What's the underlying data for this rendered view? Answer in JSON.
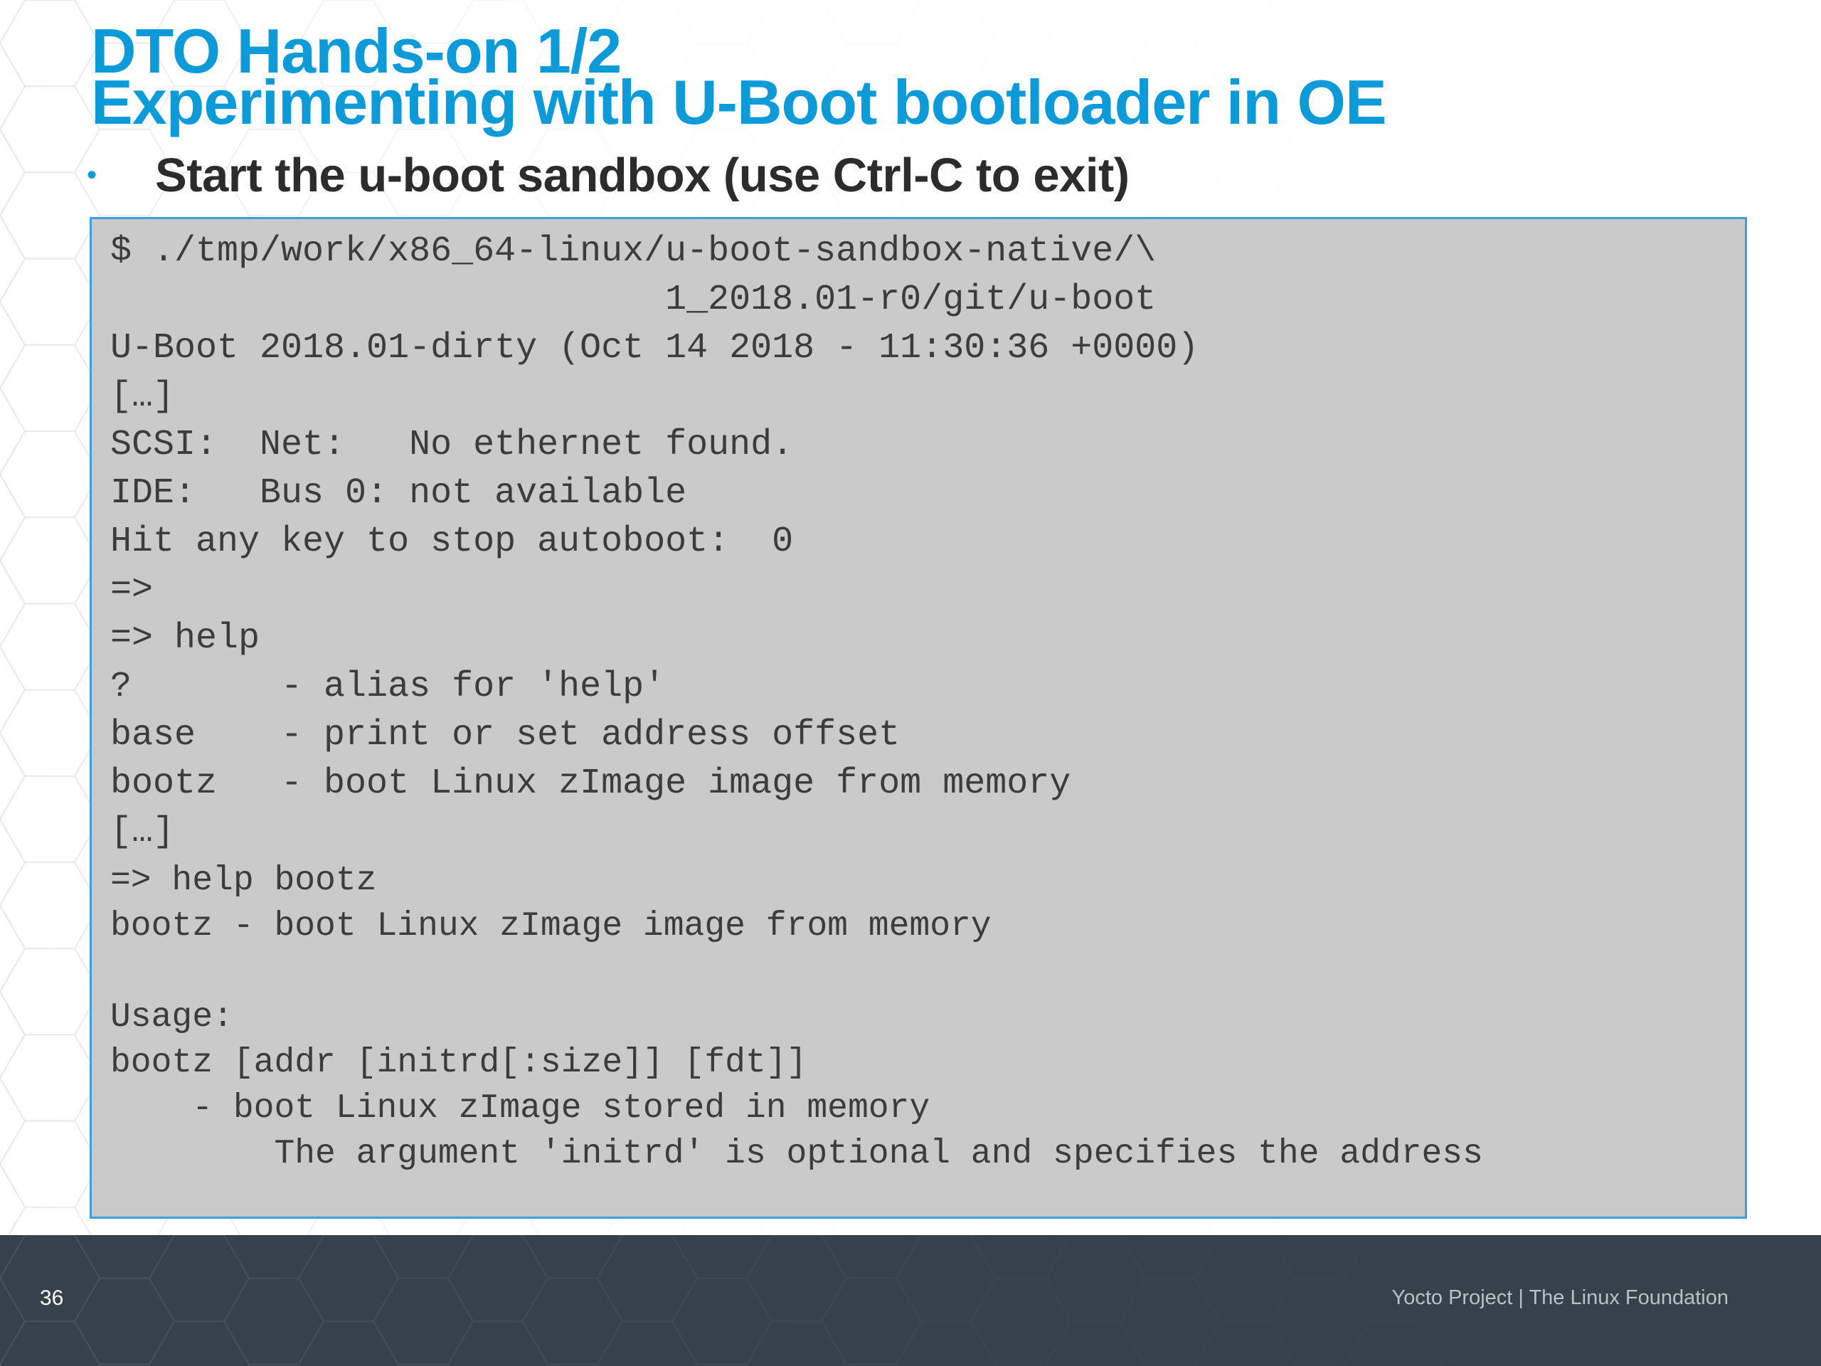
{
  "slide": {
    "title_line1": "DTO Hands-on 1/2",
    "title_line2": "Experimenting with U-Boot bootloader in OE",
    "bullet": "Start the u-boot sandbox (use Ctrl-C to exit)",
    "terminal_lines": [
      "$ ./tmp/work/x86_64-linux/u-boot-sandbox-native/\\",
      "                          1_2018.01-r0/git/u-boot",
      "U-Boot 2018.01-dirty (Oct 14 2018 - 11:30:36 +0000)",
      "[…]",
      "SCSI:  Net:   No ethernet found.",
      "IDE:   Bus 0: not available",
      "Hit any key to stop autoboot:  0",
      "=>",
      "=> help",
      "?       - alias for 'help'",
      "base    - print or set address offset",
      "bootz   - boot Linux zImage image from memory",
      "[…]",
      "=> help bootz",
      "bootz - boot Linux zImage image from memory",
      "",
      "Usage:",
      "bootz [addr [initrd[:size]] [fdt]]",
      "    - boot Linux zImage stored in memory",
      "        The argument 'initrd' is optional and specifies the address"
    ]
  },
  "footer": {
    "page_number": "36",
    "credit": "Yocto Project | The Linux Foundation"
  },
  "colors": {
    "title": "#0d9ad8",
    "bullet_text": "#2c2c2c",
    "terminal_bg": "#cacaca",
    "terminal_border": "#3a9fdc",
    "terminal_text": "#3c3c3c",
    "footer_bg": "#36414b"
  }
}
